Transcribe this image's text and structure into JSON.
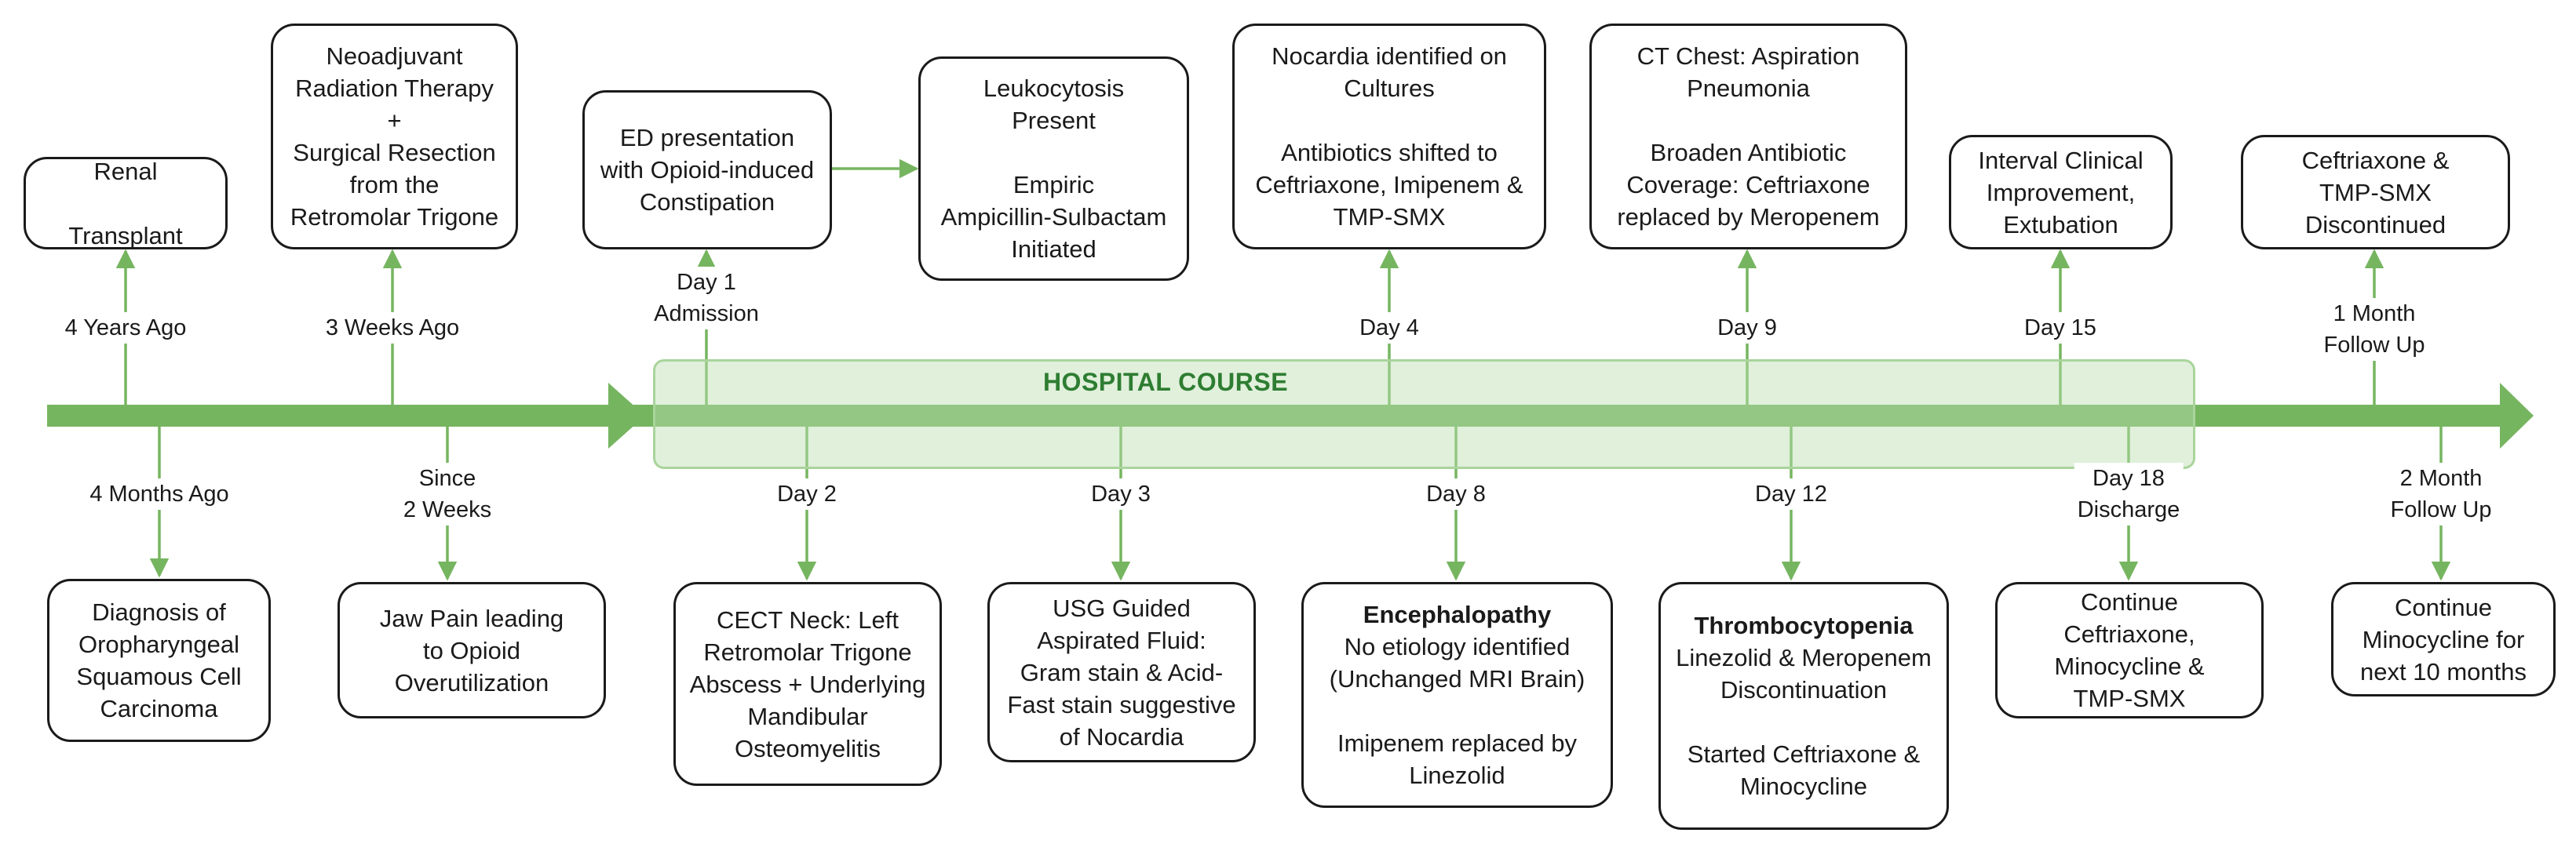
{
  "hospital_course_label": "HOSPITAL COURSE",
  "colors": {
    "accent": "#76b560",
    "band": "#cfe8c6",
    "label": "#2e7d32",
    "border": "#1a1a1a"
  },
  "events_above": [
    {
      "id": "renal-transplant",
      "time": [
        "4 Years Ago"
      ],
      "box": [
        [
          "Renal"
        ],
        [
          "Transplant"
        ]
      ]
    },
    {
      "id": "neoadjuvant-radiation",
      "time": [
        "3 Weeks Ago"
      ],
      "box": [
        [
          "Neoadjuvant",
          "Radiation Therapy",
          "+",
          "Surgical Resection",
          "from the",
          "Retromolar Trigone"
        ]
      ]
    },
    {
      "id": "ed-presentation",
      "time": [
        "Day 1",
        "Admission"
      ],
      "box": [
        [
          "ED presentation",
          "with Opioid-induced",
          "Constipation"
        ]
      ]
    },
    {
      "id": "leukocytosis",
      "time": [],
      "box": [
        [
          "Leukocytosis",
          "Present"
        ],
        [
          "Empiric",
          "Ampicillin-Sulbactam",
          "Initiated"
        ]
      ]
    },
    {
      "id": "nocardia-identified",
      "time": [
        "Day 4"
      ],
      "box": [
        [
          "Nocardia identified on",
          "Cultures"
        ],
        [
          "Antibiotics shifted to",
          "Ceftriaxone, Imipenem &",
          "TMP-SMX"
        ]
      ]
    },
    {
      "id": "ct-chest",
      "time": [
        "Day 9"
      ],
      "box": [
        [
          "CT Chest: Aspiration",
          "Pneumonia"
        ],
        [
          "Broaden Antibiotic",
          "Coverage: Ceftriaxone",
          "replaced by  Meropenem"
        ]
      ]
    },
    {
      "id": "extubation",
      "time": [
        "Day 15"
      ],
      "box": [
        [
          "Interval Clinical",
          "Improvement,",
          "Extubation"
        ]
      ]
    },
    {
      "id": "ceftriaxone-discontinued",
      "time": [
        "1 Month",
        "Follow Up"
      ],
      "box": [
        [
          "Ceftriaxone &",
          "TMP-SMX",
          "Discontinued"
        ]
      ]
    }
  ],
  "events_below": [
    {
      "id": "diagnosis",
      "time": [
        "4 Months Ago"
      ],
      "title": "",
      "box": [
        [
          "Diagnosis of",
          "Oropharyngeal",
          "Squamous Cell",
          "Carcinoma"
        ]
      ]
    },
    {
      "id": "jaw-pain",
      "time": [
        "Since",
        "2 Weeks"
      ],
      "title": "",
      "box": [
        [
          "Jaw Pain leading",
          "to Opioid",
          "Overutilization"
        ]
      ]
    },
    {
      "id": "cect-neck",
      "time": [
        "Day 2"
      ],
      "title": "",
      "box": [
        [
          "CECT Neck: Left",
          "Retromolar Trigone",
          "Abscess + Underlying",
          "Mandibular",
          "Osteomyelitis"
        ]
      ]
    },
    {
      "id": "usg-guided",
      "time": [
        "Day 3"
      ],
      "title": "",
      "box": [
        [
          "USG Guided",
          "Aspirated Fluid:",
          "Gram stain & Acid-",
          "Fast stain suggestive",
          "of Nocardia"
        ]
      ]
    },
    {
      "id": "encephalopathy",
      "time": [
        "Day 8"
      ],
      "title": "Encephalopathy",
      "box": [
        [
          "No etiology identified",
          "(Unchanged MRI Brain)"
        ],
        [
          "Imipenem replaced by",
          "Linezolid"
        ]
      ]
    },
    {
      "id": "thrombocytopenia",
      "time": [
        "Day 12"
      ],
      "title": "Thrombocytopenia",
      "box": [
        [
          "Linezolid & Meropenem",
          "Discontinuation"
        ],
        [
          "Started Ceftriaxone &",
          "Minocycline"
        ]
      ]
    },
    {
      "id": "discharge",
      "time": [
        "Day 18",
        "Discharge"
      ],
      "title": "",
      "box": [
        [
          "Continue",
          "Ceftriaxone,",
          "Minocycline &",
          "TMP-SMX"
        ]
      ]
    },
    {
      "id": "follow-up-2-month",
      "time": [
        "2 Month",
        "Follow Up"
      ],
      "title": "",
      "box": [
        [
          "Continue",
          "Minocycline for",
          "next 10 months"
        ]
      ]
    }
  ]
}
